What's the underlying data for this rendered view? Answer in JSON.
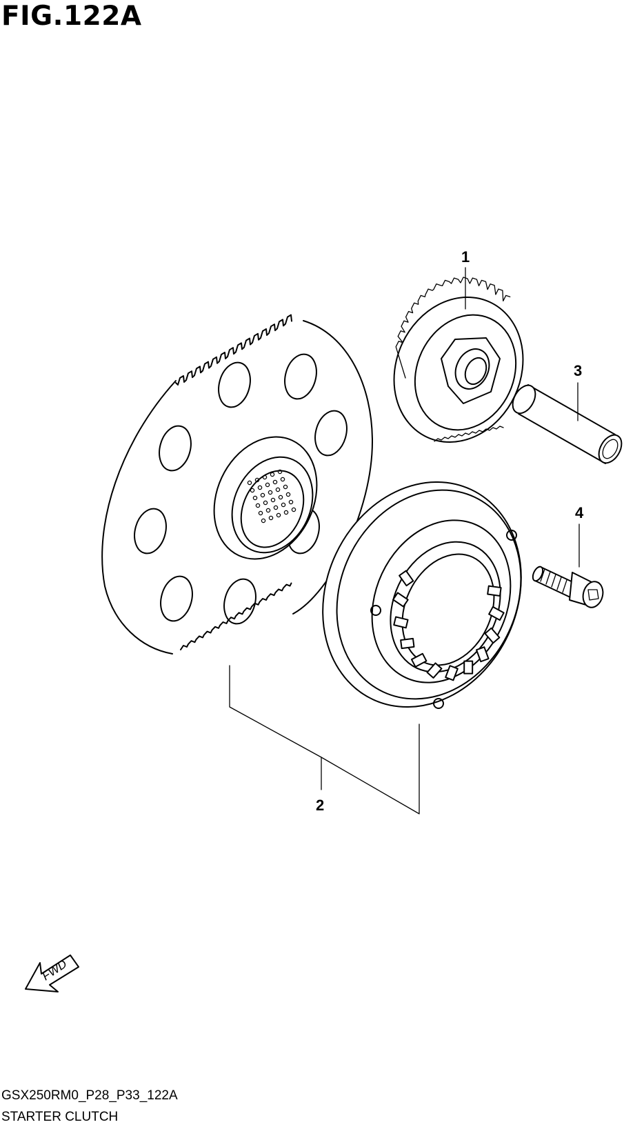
{
  "figure": {
    "title": "FIG.122A"
  },
  "callouts": {
    "part1": "1",
    "part2": "2",
    "part3": "3",
    "part4": "4"
  },
  "fwd_arrow": {
    "label": "FWD"
  },
  "footer": {
    "model_code": "GSX250RM0_P28_P33_122A",
    "section_name": "STARTER CLUTCH"
  }
}
